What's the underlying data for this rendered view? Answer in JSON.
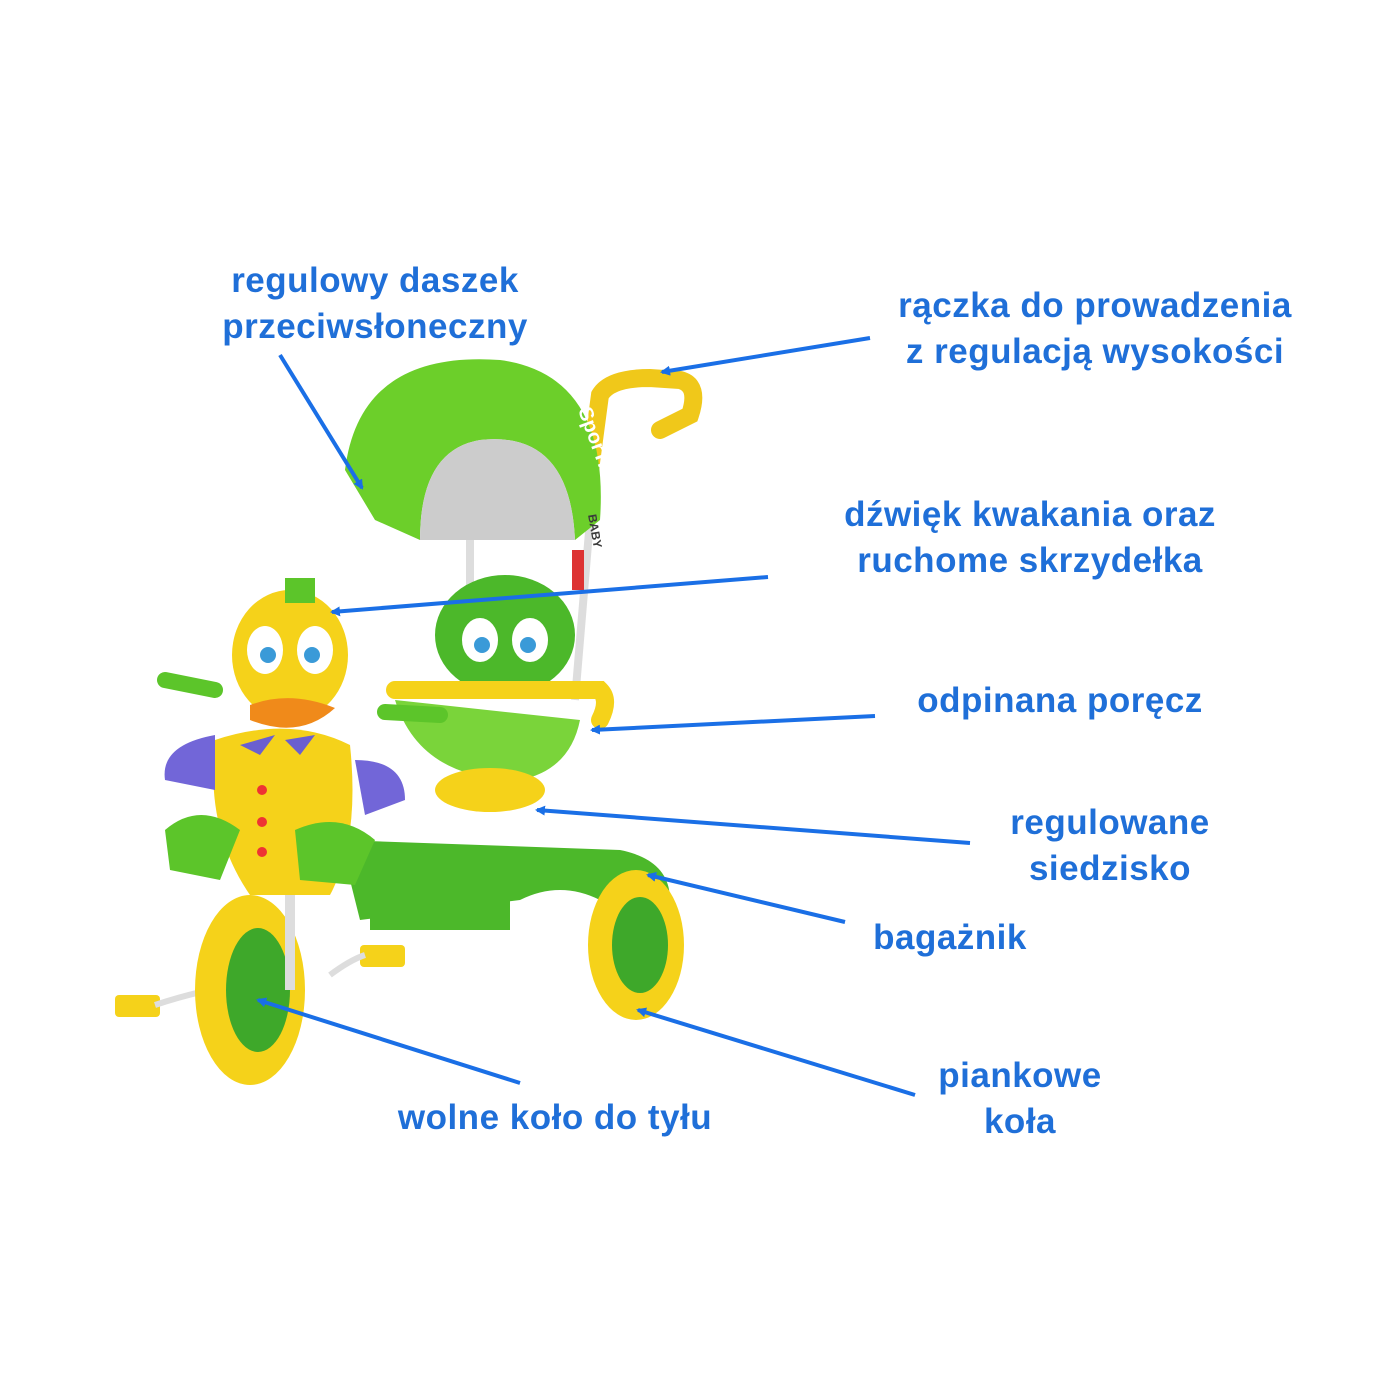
{
  "colors": {
    "label": "#1f6fd8",
    "arrow": "#1a6fe6",
    "green": "#5cc52a",
    "yellow": "#f5d21a"
  },
  "product": {
    "brand_text": "SporTrike",
    "brand_sub": "BABY"
  },
  "labels": [
    {
      "id": "canopy",
      "lines": [
        "regulowy daszek",
        "przeciwsłoneczny"
      ]
    },
    {
      "id": "push-handle",
      "lines": [
        "rączka do prowadzenia",
        "z regulacją wysokości"
      ]
    },
    {
      "id": "duck-sound",
      "lines": [
        "dźwięk kwakania oraz",
        "ruchome skrzydełka"
      ]
    },
    {
      "id": "safety-bar",
      "lines": [
        "odpinana poręcz"
      ]
    },
    {
      "id": "seat",
      "lines": [
        "regulowane",
        "siedzisko"
      ]
    },
    {
      "id": "trunk",
      "lines": [
        "bagażnik"
      ]
    },
    {
      "id": "freewheel",
      "lines": [
        "wolne koło do tyłu"
      ]
    },
    {
      "id": "foam-wheels",
      "lines": [
        "piankowe",
        "koła"
      ]
    }
  ]
}
